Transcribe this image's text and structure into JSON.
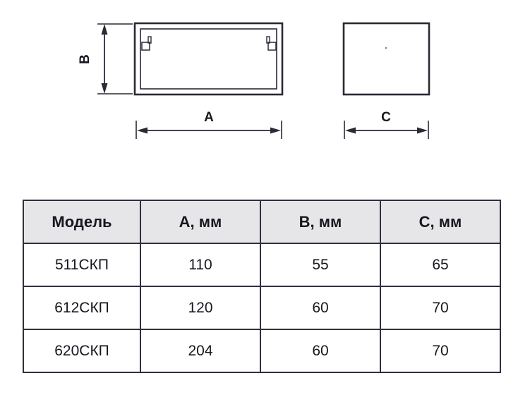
{
  "diagram": {
    "labels": {
      "a": "A",
      "b": "B",
      "c": "C"
    }
  },
  "table": {
    "headers": [
      "Модель",
      "А, мм",
      "В, мм",
      "С, мм"
    ],
    "rows": [
      [
        "511СКП",
        "110",
        "55",
        "65"
      ],
      [
        "612СКП",
        "120",
        "60",
        "70"
      ],
      [
        "620СКП",
        "204",
        "60",
        "70"
      ]
    ]
  }
}
